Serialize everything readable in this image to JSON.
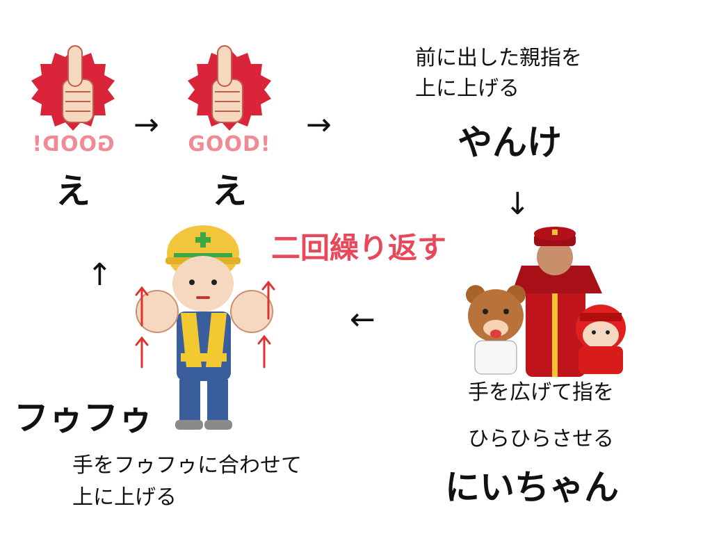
{
  "steps": {
    "step1_label": "え",
    "step2_label": "え",
    "yanke_caption_line1": "前に出した親指を",
    "yanke_caption_line2": "上に上げる",
    "yanke_label": "やんけ",
    "nichan_caption_line1": "手を広げて指を",
    "nichan_caption_line2": "ひらひらさせる",
    "nichan_label": "にいちゃん",
    "fufu_label": "フゥフゥ",
    "fufu_caption_line1": "手をフゥフゥに合わせて",
    "fufu_caption_line2": "上に上げる"
  },
  "center_text": "二回繰り返す",
  "good_badge_text": "GOOD!",
  "arrows": {
    "right": "→",
    "down": "↓",
    "left": "←",
    "up": "↑"
  },
  "colors": {
    "badge_red": "#d9243a",
    "badge_pink": "#f08b96",
    "skin": "#f6d7bf",
    "repeat_red": "#e8485a"
  }
}
